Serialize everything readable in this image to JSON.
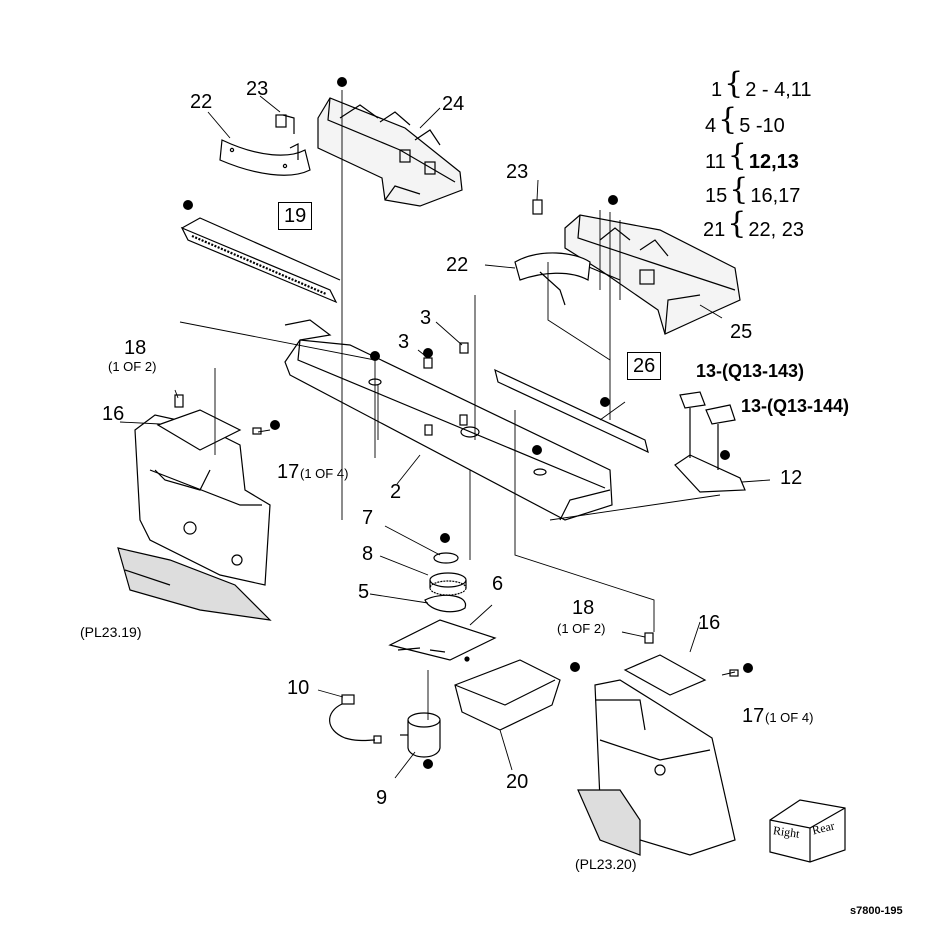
{
  "callouts": {
    "c22a": "22",
    "c23a": "23",
    "c24": "24",
    "c19": "19",
    "c23b": "23",
    "c22b": "22",
    "c25": "25",
    "c3a": "3",
    "c3b": "3",
    "c18a": "18",
    "c18a_note": "(1 OF 2)",
    "c16a": "16",
    "c17a": "17",
    "c17a_note": "(1 OF 4)",
    "c2": "2",
    "c26": "26",
    "c13a": "13-(Q13-143)",
    "c13b": "13-(Q13-144)",
    "c12": "12",
    "c7": "7",
    "c8": "8",
    "c5": "5",
    "c6": "6",
    "c18b": "18",
    "c18b_note": "(1 OF 2)",
    "c16b": "16",
    "c17b": "17",
    "c17b_note": "(1 OF 4)",
    "c10": "10",
    "c9": "9",
    "c20": "20",
    "pl1": "(PL23.19)",
    "pl2": "(PL23.20)"
  },
  "legend": [
    {
      "parent": "1",
      "children": "2 - 4,11",
      "bold": false
    },
    {
      "parent": "4",
      "children": "5 -10",
      "bold": false
    },
    {
      "parent": "11",
      "children": "12,13",
      "bold": true
    },
    {
      "parent": "15",
      "children": "16,17",
      "bold": false
    },
    {
      "parent": "21",
      "children": "22, 23",
      "bold": false
    }
  ],
  "orientation": {
    "right": "Right",
    "rear": "Rear"
  },
  "figure_id": "s7800-195",
  "colors": {
    "ink": "#000000",
    "paper": "#ffffff",
    "shade": "#d9d9d9"
  }
}
